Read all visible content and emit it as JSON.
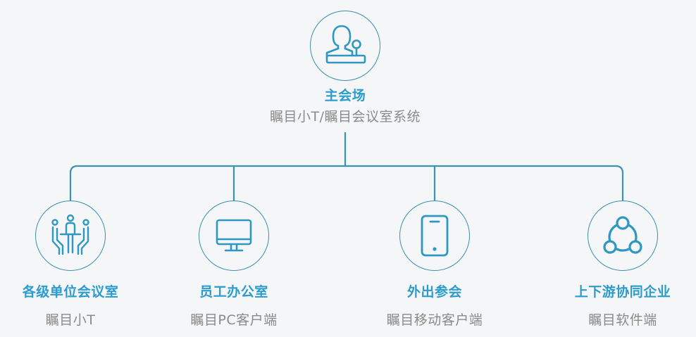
{
  "colors": {
    "background": "#f5f6f7",
    "accent": "#2e97c2",
    "title": "#2b9ccd",
    "subtitle": "#8a8a8a",
    "line": "#3a93b4"
  },
  "root": {
    "icon": "presenter-podium-icon",
    "title": "主会场",
    "subtitle": "瞩目小T/瞩目会议室系统"
  },
  "children": [
    {
      "icon": "meeting-table-icon",
      "title": "各级单位会议室",
      "subtitle": "瞩目小T"
    },
    {
      "icon": "desktop-monitor-icon",
      "title": "员工办公室",
      "subtitle": "瞩目PC客户端"
    },
    {
      "icon": "mobile-phone-icon",
      "title": "外出参会",
      "subtitle": "瞩目移动客户端"
    },
    {
      "icon": "share-network-icon",
      "title": "上下游协同企业",
      "subtitle": "瞩目软件端"
    }
  ]
}
